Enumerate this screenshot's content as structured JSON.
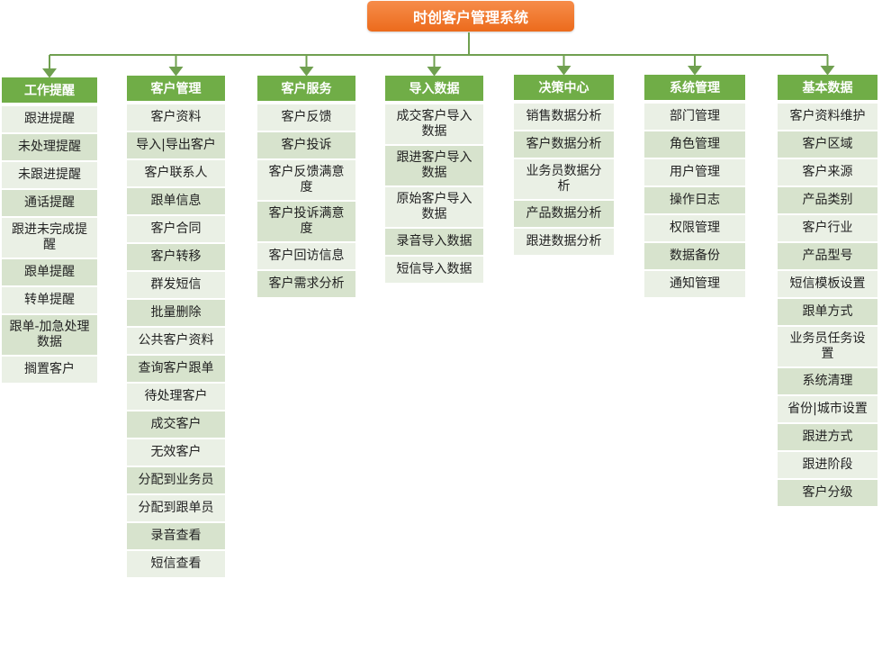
{
  "title": "时创客户管理系统",
  "colors": {
    "header": "#70ad47",
    "title": "#ec6b1c",
    "row_dark": "#d7e3cd",
    "row_light": "#eaf0e5",
    "line": "#70a050"
  },
  "columns": [
    {
      "header": "工作提醒",
      "items": [
        "跟进提醒",
        "未处理提醒",
        "未跟进提醒",
        "通话提醒",
        "跟进未完成提醒",
        "跟单提醒",
        "转单提醒",
        "跟单-加急处理数据",
        "搁置客户"
      ]
    },
    {
      "header": "客户管理",
      "items": [
        "客户资料",
        "导入|导出客户",
        "客户联系人",
        "跟单信息",
        "客户合同",
        "客户转移",
        "群发短信",
        "批量删除",
        "公共客户资料",
        "查询客户跟单",
        "待处理客户",
        "成交客户",
        "无效客户",
        "分配到业务员",
        "分配到跟单员",
        "录音查看",
        "短信查看"
      ]
    },
    {
      "header": "客户服务",
      "items": [
        "客户反馈",
        "客户投诉",
        "客户反馈满意度",
        "客户投诉满意度",
        "客户回访信息",
        "客户需求分析"
      ]
    },
    {
      "header": "导入数据",
      "items": [
        "成交客户导入数据",
        "跟进客户导入数据",
        "原始客户导入数据",
        "录音导入数据",
        "短信导入数据"
      ]
    },
    {
      "header": "决策中心",
      "items": [
        "销售数据分析",
        "客户数据分析",
        "业务员数据分析",
        "产品数据分析",
        "跟进数据分析"
      ]
    },
    {
      "header": "系统管理",
      "items": [
        "部门管理",
        "角色管理",
        "用户管理",
        "操作日志",
        "权限管理",
        "数据备份",
        "通知管理"
      ]
    },
    {
      "header": "基本数据",
      "items": [
        "客户资料维护",
        "客户区域",
        "客户来源",
        "产品类别",
        "客户行业",
        "产品型号",
        "短信模板设置",
        "跟单方式",
        "业务员任务设置",
        "系统清理",
        "省份|城市设置",
        "跟进方式",
        "跟进阶段",
        "客户分级"
      ]
    }
  ]
}
